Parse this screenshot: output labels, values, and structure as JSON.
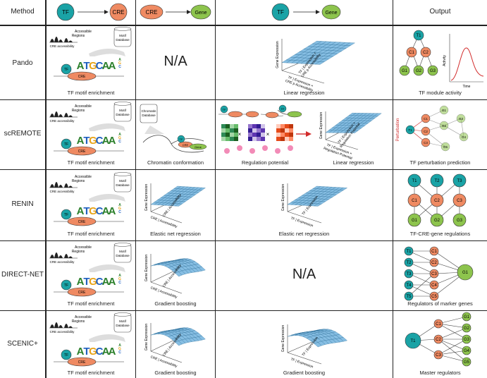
{
  "header": {
    "method": "Method",
    "col1_from": "TF",
    "col1_to": "CRE",
    "col2_from": "CRE",
    "col2_to": "Gene",
    "col3_from": "TF",
    "col3_to": "Gene",
    "output": "Output"
  },
  "motif_panel": {
    "accessible": "Accessible",
    "regions": "Regions",
    "cre_access": "CRE accessibility",
    "motif": "Motif",
    "database": "Database",
    "tf": "TF",
    "cre": "CRE",
    "seq": "ATGCAA"
  },
  "rows": [
    {
      "method": "Pando",
      "cap1": "TF motif enrichment",
      "cap2": "N/A",
      "cap3": "Linear regression",
      "cap4": "TF module activity",
      "col3_axes": {
        "y": "Gene Expression",
        "x": "TF | Expression ×\nCRE p Accessibility",
        "z": "TF | Expression ×\nCRE p Accessibility"
      }
    },
    {
      "method": "scREMOTE",
      "cap1": "TF motif enrichment",
      "cap2": "Chromatin conformation",
      "cap3a": "Regulation potential",
      "cap3b": "Linear regression",
      "cap4": "TF perturbation prediction"
    },
    {
      "method": "RENIN",
      "cap1": "TF motif enrichment",
      "cap2": "Elastic net regression",
      "cap3": "Elastic net regression",
      "cap4": "TF-CRE-gene regulations"
    },
    {
      "method": "DIRECT-NET",
      "cap1": "TF motif enrichment",
      "cap2": "Gradient boosting",
      "cap3": "N/A",
      "cap4": "Regulators of marker genes"
    },
    {
      "method": "SCENIC+",
      "cap1": "TF motif enrichment",
      "cap2": "Gradient boosting",
      "cap3": "Gradient boosting",
      "cap4": "Master regulators"
    }
  ],
  "axis_labels": {
    "gene_expr": "Gene Expression",
    "cre_access": "CRE | Accessibility",
    "tf_expr": "TF | Expression",
    "tf_reg": "TF | Expression ×\nRegulation Potential",
    "activity": "Activity",
    "time": "Time",
    "perturbation": "Perturbation",
    "chromatin_db": "Chromatin\nDatabase"
  },
  "nodes": {
    "pando": [
      "T1",
      "C1",
      "C2",
      "G1",
      "G2",
      "G3"
    ],
    "renin": [
      "T1",
      "T2",
      "T3",
      "C1",
      "C2",
      "C3",
      "G1",
      "G2",
      "G3"
    ],
    "directnet": [
      "T1",
      "T2",
      "T3",
      "T4",
      "T5",
      "C1",
      "C2",
      "C3",
      "C4",
      "C5",
      "G1"
    ],
    "scenic": [
      "T1",
      "C1",
      "C2",
      "C3",
      "G1",
      "G2",
      "G3",
      "G4",
      "G5"
    ],
    "scremote": [
      "T1",
      "C1",
      "C2",
      "C3",
      "G1",
      "G2",
      "G3",
      "G4",
      "G5"
    ]
  },
  "colors": {
    "tf": "#1aa3a6",
    "cre": "#ef8a62",
    "gene": "#8dc44d",
    "surface": "#7ab8e0",
    "red": "#d22b2b"
  }
}
